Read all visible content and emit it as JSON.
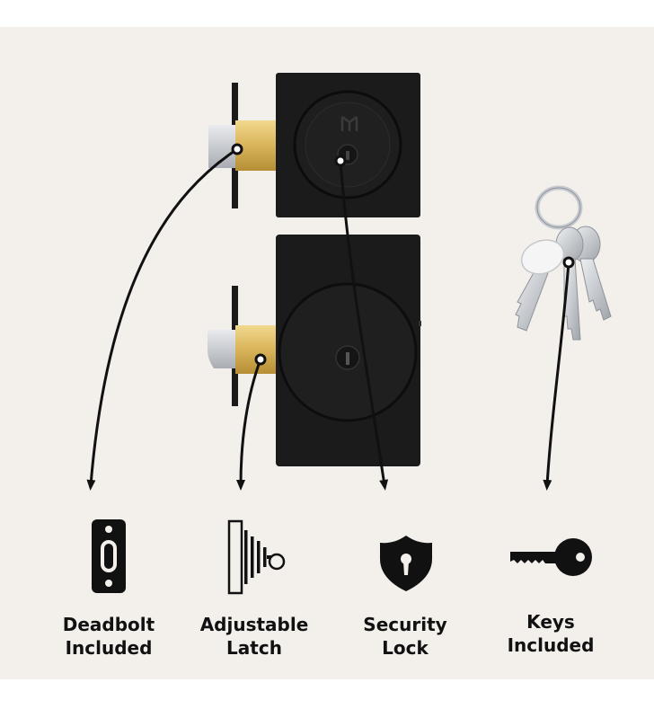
{
  "colors": {
    "background": "#f3f0ec",
    "lock_black": "#1b1b1b",
    "brass": "#d9b45a",
    "steel": "#c9ccd0",
    "ink": "#111111"
  },
  "features": [
    {
      "line1": "Deadbolt",
      "line2": "Included",
      "icon": "deadbolt-plate-icon"
    },
    {
      "line1": "Adjustable",
      "line2": "Latch",
      "icon": "adjustable-latch-icon"
    },
    {
      "line1": "Security",
      "line2": "Lock",
      "icon": "security-shield-icon"
    },
    {
      "line1": "Keys",
      "line2": "Included",
      "icon": "key-icon"
    }
  ]
}
